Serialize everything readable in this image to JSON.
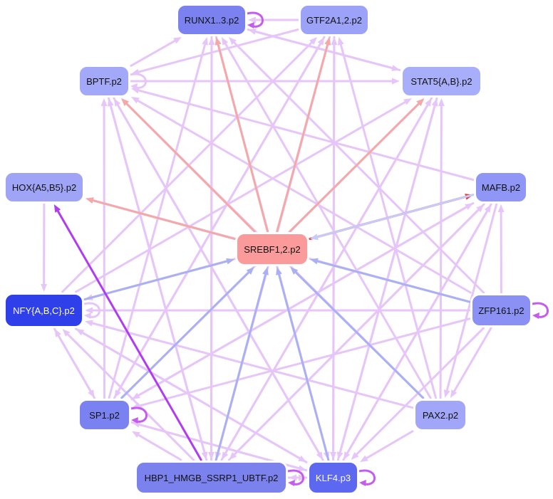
{
  "nodes": [
    {
      "id": "RUNX1..3.p2",
      "fill": "#7b82f0",
      "text_color": "#111111"
    },
    {
      "id": "GTF2A1,2.p2",
      "fill": "#9ca2f8",
      "text_color": "#111111"
    },
    {
      "id": "BPTF.p2",
      "fill": "#a3a8f8",
      "text_color": "#111111"
    },
    {
      "id": "STAT5{A,B}.p2",
      "fill": "#a9aefa",
      "text_color": "#111111"
    },
    {
      "id": "HOX{A5,B5}.p2",
      "fill": "#9fa4f6",
      "text_color": "#111111"
    },
    {
      "id": "MAFB.p2",
      "fill": "#8f96f5",
      "text_color": "#111111"
    },
    {
      "id": "SREBF1,2.p2",
      "fill": "#fa9a9a",
      "text_color": "#111111"
    },
    {
      "id": "NFY{A,B,C}.p2",
      "fill": "#2f3fea",
      "text_color": "#ffffff"
    },
    {
      "id": "ZFP161.p2",
      "fill": "#8a90f4",
      "text_color": "#111111"
    },
    {
      "id": "SP1.p2",
      "fill": "#7a82f2",
      "text_color": "#111111"
    },
    {
      "id": "PAX2.p2",
      "fill": "#a1a6f8",
      "text_color": "#111111"
    },
    {
      "id": "HBP1_HMGB_SSRP1_UBTF.p2",
      "fill": "#7b82ee",
      "text_color": "#111111"
    },
    {
      "id": "KLF4.p3",
      "fill": "#5d68f0",
      "text_color": "#ffffff"
    }
  ],
  "edges": [
    {
      "from": "SREBF1,2.p2",
      "to": "MAFB.p2",
      "color": "#e83a3a"
    },
    {
      "from": "SREBF1,2.p2",
      "to": "BPTF.p2",
      "color": "#f5a8a8"
    },
    {
      "from": "SREBF1,2.p2",
      "to": "HOX{A5,B5}.p2",
      "color": "#f5a8a8"
    },
    {
      "from": "SREBF1,2.p2",
      "to": "RUNX1..3.p2",
      "color": "#f5a8a8"
    },
    {
      "from": "SREBF1,2.p2",
      "to": "GTF2A1,2.p2",
      "color": "#f5a8a8"
    },
    {
      "from": "SREBF1,2.p2",
      "to": "STAT5{A,B}.p2",
      "color": "#f5a8a8"
    },
    {
      "from": "NFY{A,B,C}.p2",
      "to": "SREBF1,2.p2",
      "color": "#aab0f4"
    },
    {
      "from": "ZFP161.p2",
      "to": "SREBF1,2.p2",
      "color": "#aab0f4"
    },
    {
      "from": "SP1.p2",
      "to": "SREBF1,2.p2",
      "color": "#aab0f4"
    },
    {
      "from": "PAX2.p2",
      "to": "SREBF1,2.p2",
      "color": "#aab0f4"
    },
    {
      "from": "HBP1_HMGB_SSRP1_UBTF.p2",
      "to": "SREBF1,2.p2",
      "color": "#aab0f4"
    },
    {
      "from": "KLF4.p3",
      "to": "SREBF1,2.p2",
      "color": "#aab0f4"
    },
    {
      "from": "MAFB.p2",
      "to": "SREBF1,2.p2",
      "color": "#c8cbf8"
    },
    {
      "from": "HBP1_HMGB_SSRP1_UBTF.p2",
      "to": "HOX{A5,B5}.p2",
      "color": "#b03cf0"
    },
    {
      "from": "HOX{A5,B5}.p2",
      "to": "NFY{A,B,C}.p2",
      "color": "#e6c6f8"
    },
    {
      "from": "BPTF.p2",
      "to": "RUNX1..3.p2",
      "color": "#e6c6f8"
    },
    {
      "from": "BPTF.p2",
      "to": "STAT5{A,B}.p2",
      "color": "#e6c6f8"
    },
    {
      "from": "GTF2A1,2.p2",
      "to": "RUNX1..3.p2",
      "color": "#e6c6f8"
    },
    {
      "from": "STAT5{A,B}.p2",
      "to": "RUNX1..3.p2",
      "color": "#e6c6f8"
    },
    {
      "from": "GTF2A1,2.p2",
      "to": "BPTF.p2",
      "color": "#e6c6f8"
    },
    {
      "from": "MAFB.p2",
      "to": "BPTF.p2",
      "color": "#e6c6f8"
    },
    {
      "from": "MAFB.p2",
      "to": "NFY{A,B,C}.p2",
      "color": "#e6c6f8"
    },
    {
      "from": "MAFB.p2",
      "to": "SP1.p2",
      "color": "#e6c6f8"
    },
    {
      "from": "MAFB.p2",
      "to": "HBP1_HMGB_SSRP1_UBTF.p2",
      "color": "#e6c6f8"
    },
    {
      "from": "MAFB.p2",
      "to": "KLF4.p3",
      "color": "#e6c6f8"
    },
    {
      "from": "MAFB.p2",
      "to": "PAX2.p2",
      "color": "#e6c6f8"
    },
    {
      "from": "ZFP161.p2",
      "to": "NFY{A,B,C}.p2",
      "color": "#e6c6f8"
    },
    {
      "from": "ZFP161.p2",
      "to": "MAFB.p2",
      "color": "#e6c6f8"
    },
    {
      "from": "ZFP161.p2",
      "to": "PAX2.p2",
      "color": "#e6c6f8"
    },
    {
      "from": "ZFP161.p2",
      "to": "HOX{A5,B5}.p2",
      "color": "#e6c6f8"
    },
    {
      "from": "ZFP161.p2",
      "to": "BPTF.p2",
      "color": "#e6c6f8"
    },
    {
      "from": "ZFP161.p2",
      "to": "RUNX1..3.p2",
      "color": "#e6c6f8"
    },
    {
      "from": "ZFP161.p2",
      "to": "KLF4.p3",
      "color": "#e6c6f8"
    },
    {
      "from": "ZFP161.p2",
      "to": "SP1.p2",
      "color": "#e6c6f8"
    },
    {
      "from": "SP1.p2",
      "to": "RUNX1..3.p2",
      "color": "#e6c6f8"
    },
    {
      "from": "SP1.p2",
      "to": "GTF2A1,2.p2",
      "color": "#e6c6f8"
    },
    {
      "from": "SP1.p2",
      "to": "BPTF.p2",
      "color": "#e6c6f8"
    },
    {
      "from": "SP1.p2",
      "to": "STAT5{A,B}.p2",
      "color": "#e6c6f8"
    },
    {
      "from": "SP1.p2",
      "to": "MAFB.p2",
      "color": "#e6c6f8"
    },
    {
      "from": "SP1.p2",
      "to": "KLF4.p3",
      "color": "#e6c6f8"
    },
    {
      "from": "SP1.p2",
      "to": "NFY{A,B,C}.p2",
      "color": "#e6c6f8"
    },
    {
      "from": "PAX2.p2",
      "to": "BPTF.p2",
      "color": "#e6c6f8"
    },
    {
      "from": "PAX2.p2",
      "to": "RUNX1..3.p2",
      "color": "#e6c6f8"
    },
    {
      "from": "PAX2.p2",
      "to": "GTF2A1,2.p2",
      "color": "#e6c6f8"
    },
    {
      "from": "PAX2.p2",
      "to": "STAT5{A,B}.p2",
      "color": "#e6c6f8"
    },
    {
      "from": "PAX2.p2",
      "to": "KLF4.p3",
      "color": "#e6c6f8"
    },
    {
      "from": "PAX2.p2",
      "to": "NFY{A,B,C}.p2",
      "color": "#e6c6f8"
    },
    {
      "from": "HBP1_HMGB_SSRP1_UBTF.p2",
      "to": "RUNX1..3.p2",
      "color": "#e6c6f8"
    },
    {
      "from": "HBP1_HMGB_SSRP1_UBTF.p2",
      "to": "GTF2A1,2.p2",
      "color": "#e6c6f8"
    },
    {
      "from": "HBP1_HMGB_SSRP1_UBTF.p2",
      "to": "BPTF.p2",
      "color": "#e6c6f8"
    },
    {
      "from": "HBP1_HMGB_SSRP1_UBTF.p2",
      "to": "STAT5{A,B}.p2",
      "color": "#e6c6f8"
    },
    {
      "from": "HBP1_HMGB_SSRP1_UBTF.p2",
      "to": "MAFB.p2",
      "color": "#e6c6f8"
    },
    {
      "from": "HBP1_HMGB_SSRP1_UBTF.p2",
      "to": "NFY{A,B,C}.p2",
      "color": "#e6c6f8"
    },
    {
      "from": "HBP1_HMGB_SSRP1_UBTF.p2",
      "to": "SP1.p2",
      "color": "#e6c6f8"
    },
    {
      "from": "HBP1_HMGB_SSRP1_UBTF.p2",
      "to": "KLF4.p3",
      "color": "#e6c6f8"
    },
    {
      "from": "KLF4.p3",
      "to": "RUNX1..3.p2",
      "color": "#e6c6f8"
    },
    {
      "from": "KLF4.p3",
      "to": "GTF2A1,2.p2",
      "color": "#e6c6f8"
    },
    {
      "from": "KLF4.p3",
      "to": "BPTF.p2",
      "color": "#e6c6f8"
    },
    {
      "from": "KLF4.p3",
      "to": "STAT5{A,B}.p2",
      "color": "#e6c6f8"
    },
    {
      "from": "KLF4.p3",
      "to": "MAFB.p2",
      "color": "#e6c6f8"
    },
    {
      "from": "KLF4.p3",
      "to": "NFY{A,B,C}.p2",
      "color": "#e6c6f8"
    },
    {
      "from": "KLF4.p3",
      "to": "HBP1_HMGB_SSRP1_UBTF.p2",
      "color": "#e6c6f8"
    },
    {
      "from": "KLF4.p3",
      "to": "SP1.p2",
      "color": "#e6c6f8"
    },
    {
      "from": "NFY{A,B,C}.p2",
      "to": "SP1.p2",
      "color": "#e6c6f8"
    },
    {
      "from": "NFY{A,B,C}.p2",
      "to": "STAT5{A,B}.p2",
      "color": "#e6c6f8"
    },
    {
      "from": "NFY{A,B,C}.p2",
      "to": "GTF2A1,2.p2",
      "color": "#e6c6f8"
    },
    {
      "from": "NFY{A,B,C}.p2",
      "to": "KLF4.p3",
      "color": "#e6c6f8"
    },
    {
      "from": "BPTF.p2",
      "to": "KLF4.p3",
      "color": "#e6c6f8"
    },
    {
      "from": "BPTF.p2",
      "to": "HBP1_HMGB_SSRP1_UBTF.p2",
      "color": "#e6c6f8"
    },
    {
      "from": "GTF2A1,2.p2",
      "to": "HBP1_HMGB_SSRP1_UBTF.p2",
      "color": "#e6c6f8"
    },
    {
      "from": "GTF2A1,2.p2",
      "to": "SP1.p2",
      "color": "#e6c6f8"
    },
    {
      "from": "GTF2A1,2.p2",
      "to": "KLF4.p3",
      "color": "#e6c6f8"
    },
    {
      "from": "RUNX1..3.p2",
      "to": "KLF4.p3",
      "color": "#e6c6f8"
    },
    {
      "from": "RUNX1..3.p2",
      "to": "HBP1_HMGB_SSRP1_UBTF.p2",
      "color": "#e6c6f8"
    },
    {
      "from": "STAT5{A,B}.p2",
      "to": "KLF4.p3",
      "color": "#e6c6f8"
    },
    {
      "from": "STAT5{A,B}.p2",
      "to": "HBP1_HMGB_SSRP1_UBTF.p2",
      "color": "#e6c6f8"
    },
    {
      "from": "RUNX1..3.p2",
      "to": "STAT5{A,B}.p2",
      "color": "#e6c6f8"
    }
  ],
  "self_loops": [
    {
      "node": "RUNX1..3.p2",
      "color": "#c55cf0"
    },
    {
      "node": "BPTF.p2",
      "color": "#e6c6f8"
    },
    {
      "node": "NFY{A,B,C}.p2",
      "color": "#e6c6f8"
    },
    {
      "node": "ZFP161.p2",
      "color": "#c55cf0"
    },
    {
      "node": "SP1.p2",
      "color": "#c55cf0"
    },
    {
      "node": "HBP1_HMGB_SSRP1_UBTF.p2",
      "color": "#c55cf0"
    },
    {
      "node": "KLF4.p3",
      "color": "#c55cf0"
    }
  ]
}
